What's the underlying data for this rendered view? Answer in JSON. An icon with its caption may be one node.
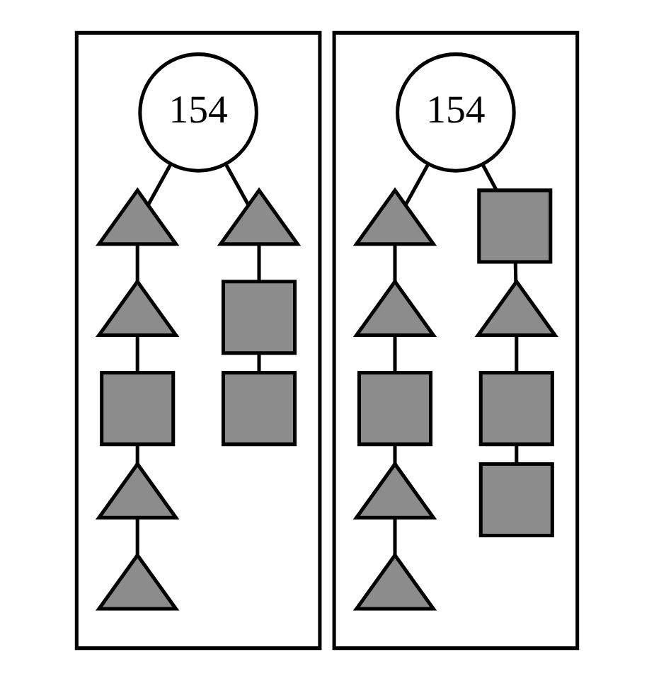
{
  "diagram": {
    "nodes": [
      {
        "text": [],
        "shape": "box"
      },
      {
        "text": [
          "154"
        ],
        "in": 0
      },
      {
        "text": [],
        "shape": "triangle",
        "in": 0
      },
      {
        "text": [],
        "shape": "triangle",
        "in": 0
      },
      {
        "text": [],
        "shape": "box",
        "in": 0
      },
      {
        "text": [],
        "shape": "triangle",
        "in": 0
      },
      {
        "text": [],
        "shape": "triangle",
        "in": 0
      },
      {
        "text": [],
        "shape": "triangle",
        "in": 0
      },
      {
        "text": [],
        "shape": "box",
        "in": 0
      },
      {
        "text": [],
        "shape": "box",
        "in": 0
      },
      {
        "text": [],
        "shape": "box"
      },
      {
        "text": [
          "154"
        ],
        "in": 10
      },
      {
        "text": [],
        "shape": "triangle",
        "in": 10
      },
      {
        "text": [],
        "shape": "triangle",
        "in": 10
      },
      {
        "text": [],
        "shape": "box",
        "in": 10
      },
      {
        "text": [],
        "shape": "triangle",
        "in": 10
      },
      {
        "text": [],
        "shape": "triangle",
        "in": 10
      },
      {
        "text": [],
        "shape": "box",
        "in": 10
      },
      {
        "text": [],
        "shape": "triangle",
        "in": 10
      },
      {
        "text": [],
        "shape": "box",
        "in": 10
      },
      {
        "text": [],
        "shape": "box",
        "in": 10
      }
    ],
    "edges": [
      {
        "from": 1,
        "to": 2,
        "arrow": "none"
      },
      {
        "from": 1,
        "to": 7,
        "arrow": "none"
      },
      {
        "from": 2,
        "to": 3,
        "arrow": "none"
      },
      {
        "from": 3,
        "to": 4,
        "arrow": "none"
      },
      {
        "from": 4,
        "to": 5,
        "arrow": "none"
      },
      {
        "from": 5,
        "to": 6,
        "arrow": "none"
      },
      {
        "from": 7,
        "to": 8,
        "arrow": "none"
      },
      {
        "from": 8,
        "to": 9,
        "arrow": "none"
      },
      {
        "from": 11,
        "to": 12,
        "arrow": "none"
      },
      {
        "from": 11,
        "to": 17,
        "arrow": "none"
      },
      {
        "from": 12,
        "to": 13,
        "arrow": "none"
      },
      {
        "from": 13,
        "to": 14,
        "arrow": "none"
      },
      {
        "from": 14,
        "to": 15,
        "arrow": "none"
      },
      {
        "from": 15,
        "to": 16,
        "arrow": "none"
      },
      {
        "from": 17,
        "to": 18,
        "arrow": "none"
      },
      {
        "from": 18,
        "to": 19,
        "arrow": "none"
      },
      {
        "from": 19,
        "to": 20,
        "arrow": "none"
      }
    ]
  }
}
